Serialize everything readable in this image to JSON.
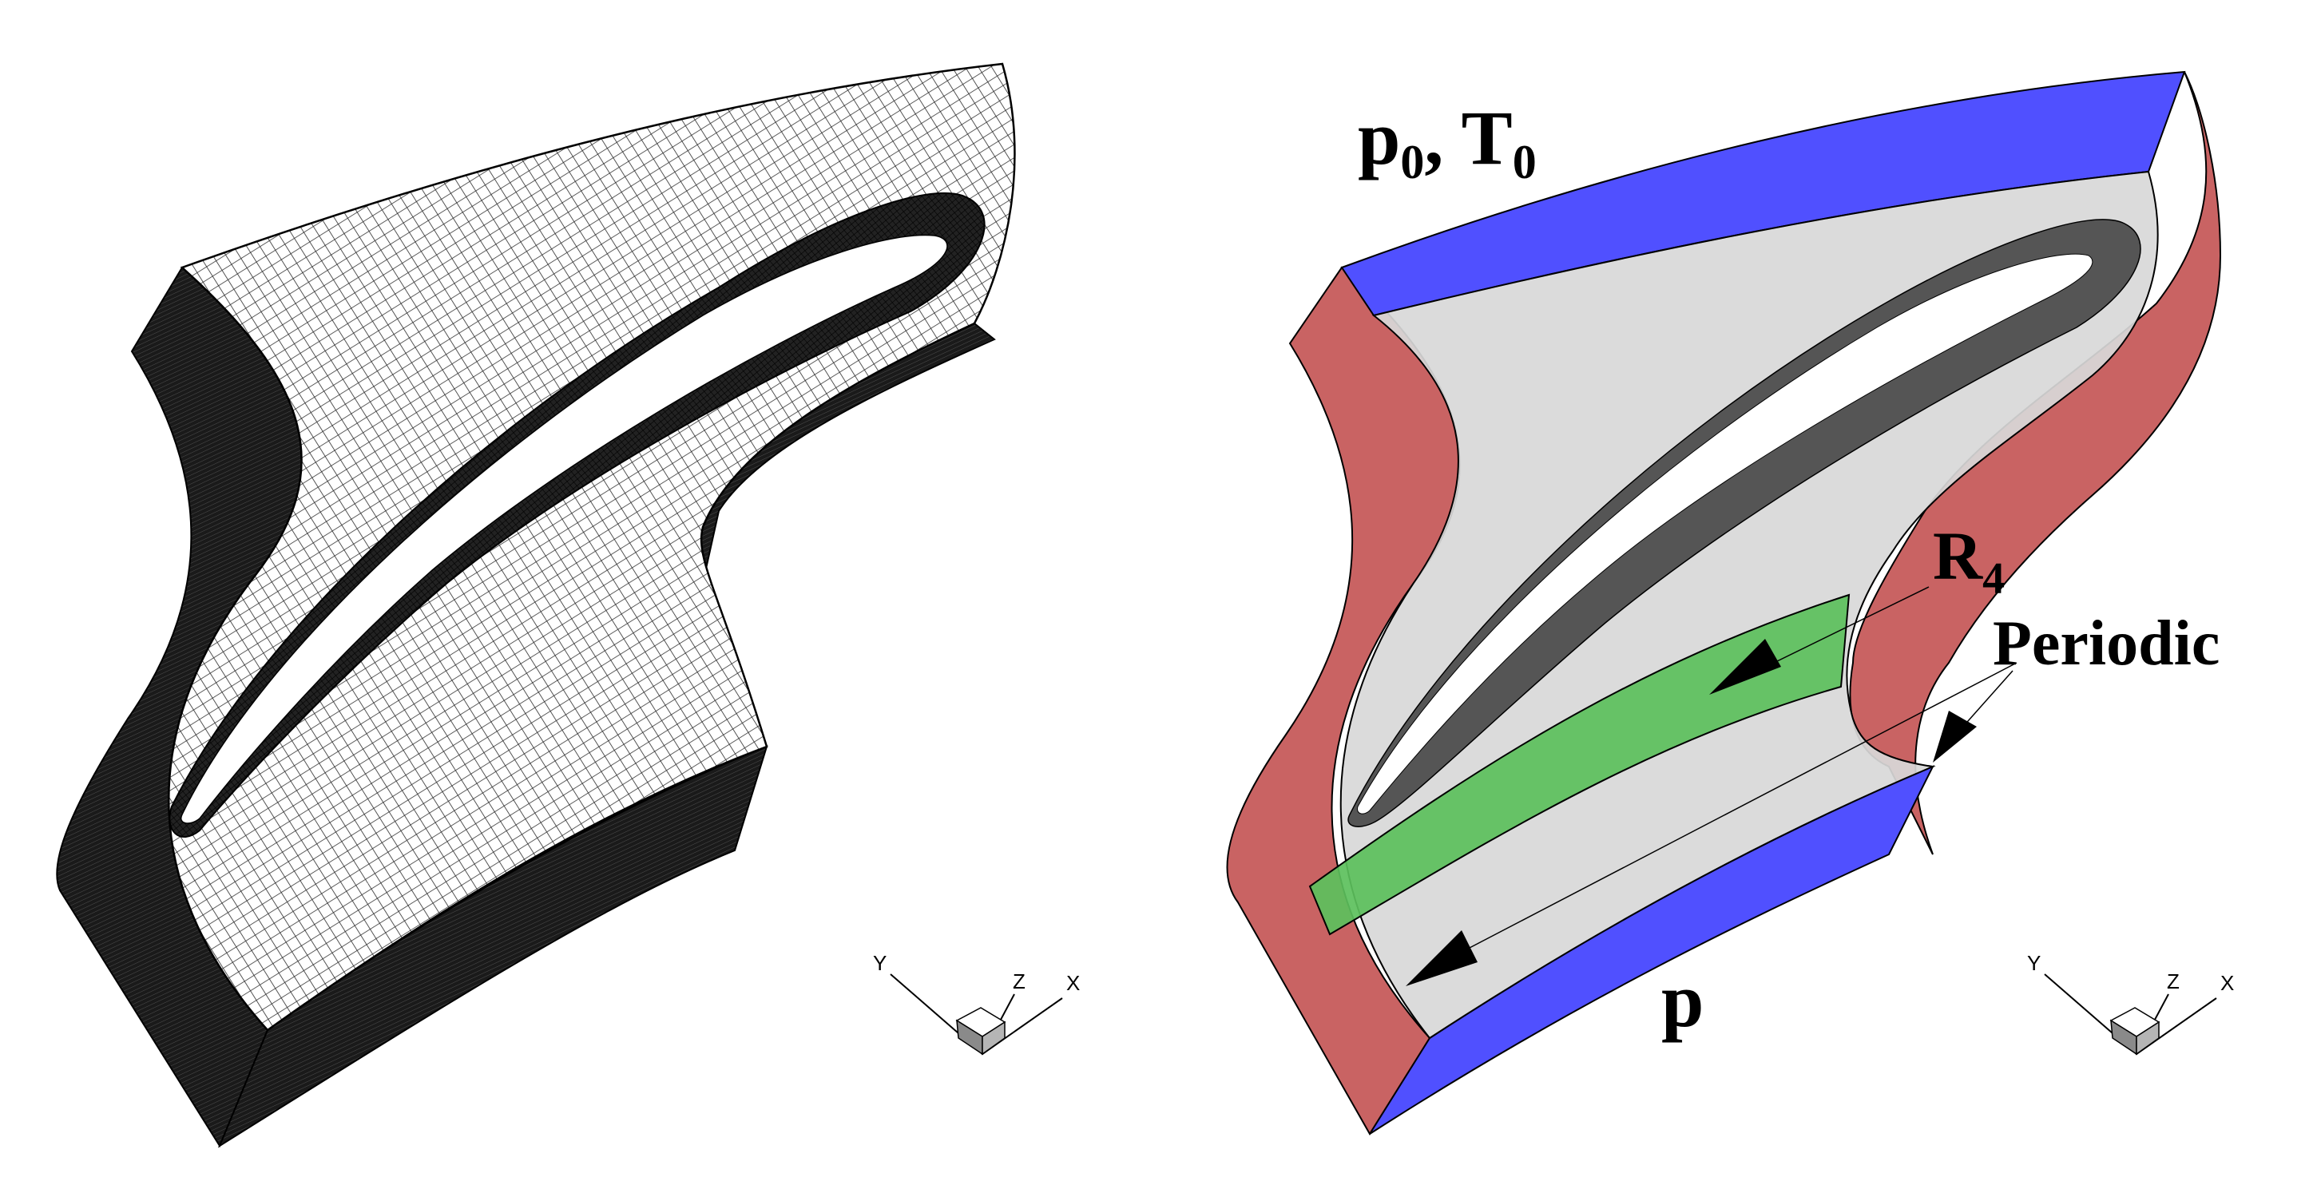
{
  "left_panel": {
    "kind": "mesh"
  },
  "right_panel": {
    "boundary_labels": {
      "inlet_p": "p",
      "inlet_sub": "0",
      "inlet_sep": ", ",
      "inlet_T": "T",
      "inlet_T_sub": "0",
      "outlet": "p",
      "R": "R",
      "R_sub": "4",
      "periodic": "Periodic"
    },
    "colors": {
      "inlet_outlet": "#5050ff",
      "periodic": "#c04848",
      "interface_R4": "#5cc05c",
      "blade_wall": "#555555",
      "domain": "#d8d8d8"
    }
  },
  "axis_triad": {
    "y": "Y",
    "z": "Z",
    "x": "X"
  }
}
